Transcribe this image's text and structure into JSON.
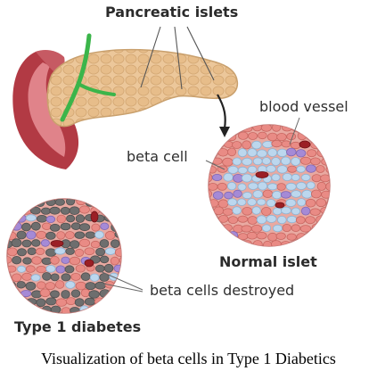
{
  "labels": {
    "title": "Pancreatic islets",
    "blood_vessel": "blood vessel",
    "beta_cell": "beta cell",
    "normal_islet": "Normal islet",
    "beta_cells_destroyed": "beta cells destroyed",
    "type1": "Type 1 diabetes"
  },
  "caption": "Visualization of beta cells in Type 1 Diabetics",
  "colors": {
    "pancreas": "#ecc79a",
    "pancreas_outline": "#c9a06d",
    "duodenum": "#b23a44",
    "duodenum_inner": "#e0838a",
    "bile_duct": "#3bb54a",
    "islet_bg": "#e9a9a1",
    "cell_pink": "#e98b85",
    "beta_cell_blue": "#bcd7ee",
    "alpha_purple": "#a58ad6",
    "blood_red": "#9b1f25",
    "dead_cell_gray": "#6e6e6e"
  }
}
